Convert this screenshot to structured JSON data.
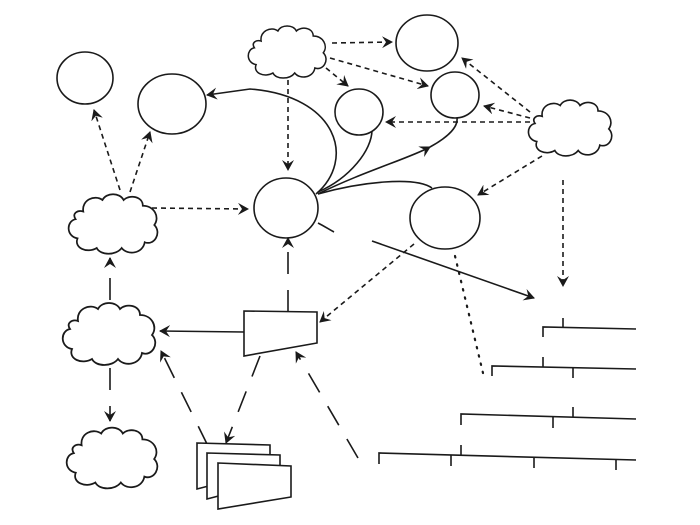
{
  "diagram": {
    "title": "",
    "style": "monochrome scanned line drawing",
    "colors": {
      "ink": "#1a1a1a",
      "background": "#ffffff"
    },
    "nodes": [
      {
        "id": "circle-top-left",
        "type": "circle",
        "label": ""
      },
      {
        "id": "circle-upper-mid-left",
        "type": "circle",
        "label": ""
      },
      {
        "id": "cloud-top-center",
        "type": "cloud",
        "label": ""
      },
      {
        "id": "circle-top-right",
        "type": "circle",
        "label": ""
      },
      {
        "id": "circle-small-center",
        "type": "circle",
        "label": ""
      },
      {
        "id": "circle-small-right",
        "type": "circle",
        "label": ""
      },
      {
        "id": "cloud-right",
        "type": "cloud",
        "label": ""
      },
      {
        "id": "circle-center-hub",
        "type": "circle",
        "label": ""
      },
      {
        "id": "circle-right-mid",
        "type": "circle",
        "label": ""
      },
      {
        "id": "cloud-left-upper",
        "type": "cloud",
        "label": ""
      },
      {
        "id": "cloud-left-middle",
        "type": "cloud",
        "label": ""
      },
      {
        "id": "cloud-left-bottom",
        "type": "cloud",
        "label": ""
      },
      {
        "id": "trapezoid-processor",
        "type": "trapezoid",
        "label": ""
      },
      {
        "id": "page-stack",
        "type": "document-stack",
        "label": ""
      },
      {
        "id": "tree-bracket-1",
        "type": "bracket-tree",
        "label": ""
      },
      {
        "id": "tree-bracket-2",
        "type": "bracket-tree",
        "label": ""
      },
      {
        "id": "tree-bracket-3",
        "type": "bracket-tree",
        "label": ""
      },
      {
        "id": "tree-bracket-4",
        "type": "bracket-tree",
        "label": ""
      }
    ],
    "edges": [
      {
        "from": "cloud-left-upper",
        "to": "circle-top-left",
        "style": "dashed"
      },
      {
        "from": "cloud-left-upper",
        "to": "circle-upper-mid-left",
        "style": "dashed"
      },
      {
        "from": "cloud-left-upper",
        "to": "circle-center-hub",
        "style": "dashed"
      },
      {
        "from": "cloud-top-center",
        "to": "circle-center-hub",
        "style": "dashed"
      },
      {
        "from": "cloud-top-center",
        "to": "circle-top-right",
        "style": "dashed"
      },
      {
        "from": "cloud-top-center",
        "to": "circle-small-center",
        "style": "dashed"
      },
      {
        "from": "cloud-top-center",
        "to": "circle-small-right",
        "style": "dashed"
      },
      {
        "from": "cloud-right",
        "to": "circle-top-right",
        "style": "dashed"
      },
      {
        "from": "cloud-right",
        "to": "circle-small-right",
        "style": "dashed"
      },
      {
        "from": "cloud-right",
        "to": "circle-small-center",
        "style": "dashed"
      },
      {
        "from": "cloud-right",
        "to": "circle-right-mid",
        "style": "dashed"
      },
      {
        "from": "cloud-right",
        "to": "tree-bracket-1",
        "style": "dashed"
      },
      {
        "from": "circle-center-hub",
        "to": "circle-upper-mid-left",
        "style": "solid-curve"
      },
      {
        "from": "circle-center-hub",
        "to": "circle-small-right",
        "style": "solid-curve"
      },
      {
        "from": "circle-center-hub",
        "to": "tree-bracket-1",
        "style": "solid"
      },
      {
        "from": "circle-right-mid",
        "to": "trapezoid-processor",
        "style": "dashed"
      },
      {
        "from": "circle-right-mid",
        "to": "tree-bracket-2",
        "style": "dotted"
      },
      {
        "from": "trapezoid-processor",
        "to": "circle-center-hub",
        "style": "long-dashed"
      },
      {
        "from": "trapezoid-processor",
        "to": "cloud-left-middle",
        "style": "solid"
      },
      {
        "from": "trapezoid-processor",
        "to": "page-stack",
        "style": "long-dashed"
      },
      {
        "from": "page-stack",
        "to": "cloud-left-middle",
        "style": "long-dashed"
      },
      {
        "from": "tree-bracket-4",
        "to": "trapezoid-processor",
        "style": "long-dashed"
      },
      {
        "from": "cloud-left-middle",
        "to": "cloud-left-upper",
        "style": "long-dashed"
      },
      {
        "from": "cloud-left-middle",
        "to": "cloud-left-bottom",
        "style": "long-dashed"
      }
    ]
  }
}
